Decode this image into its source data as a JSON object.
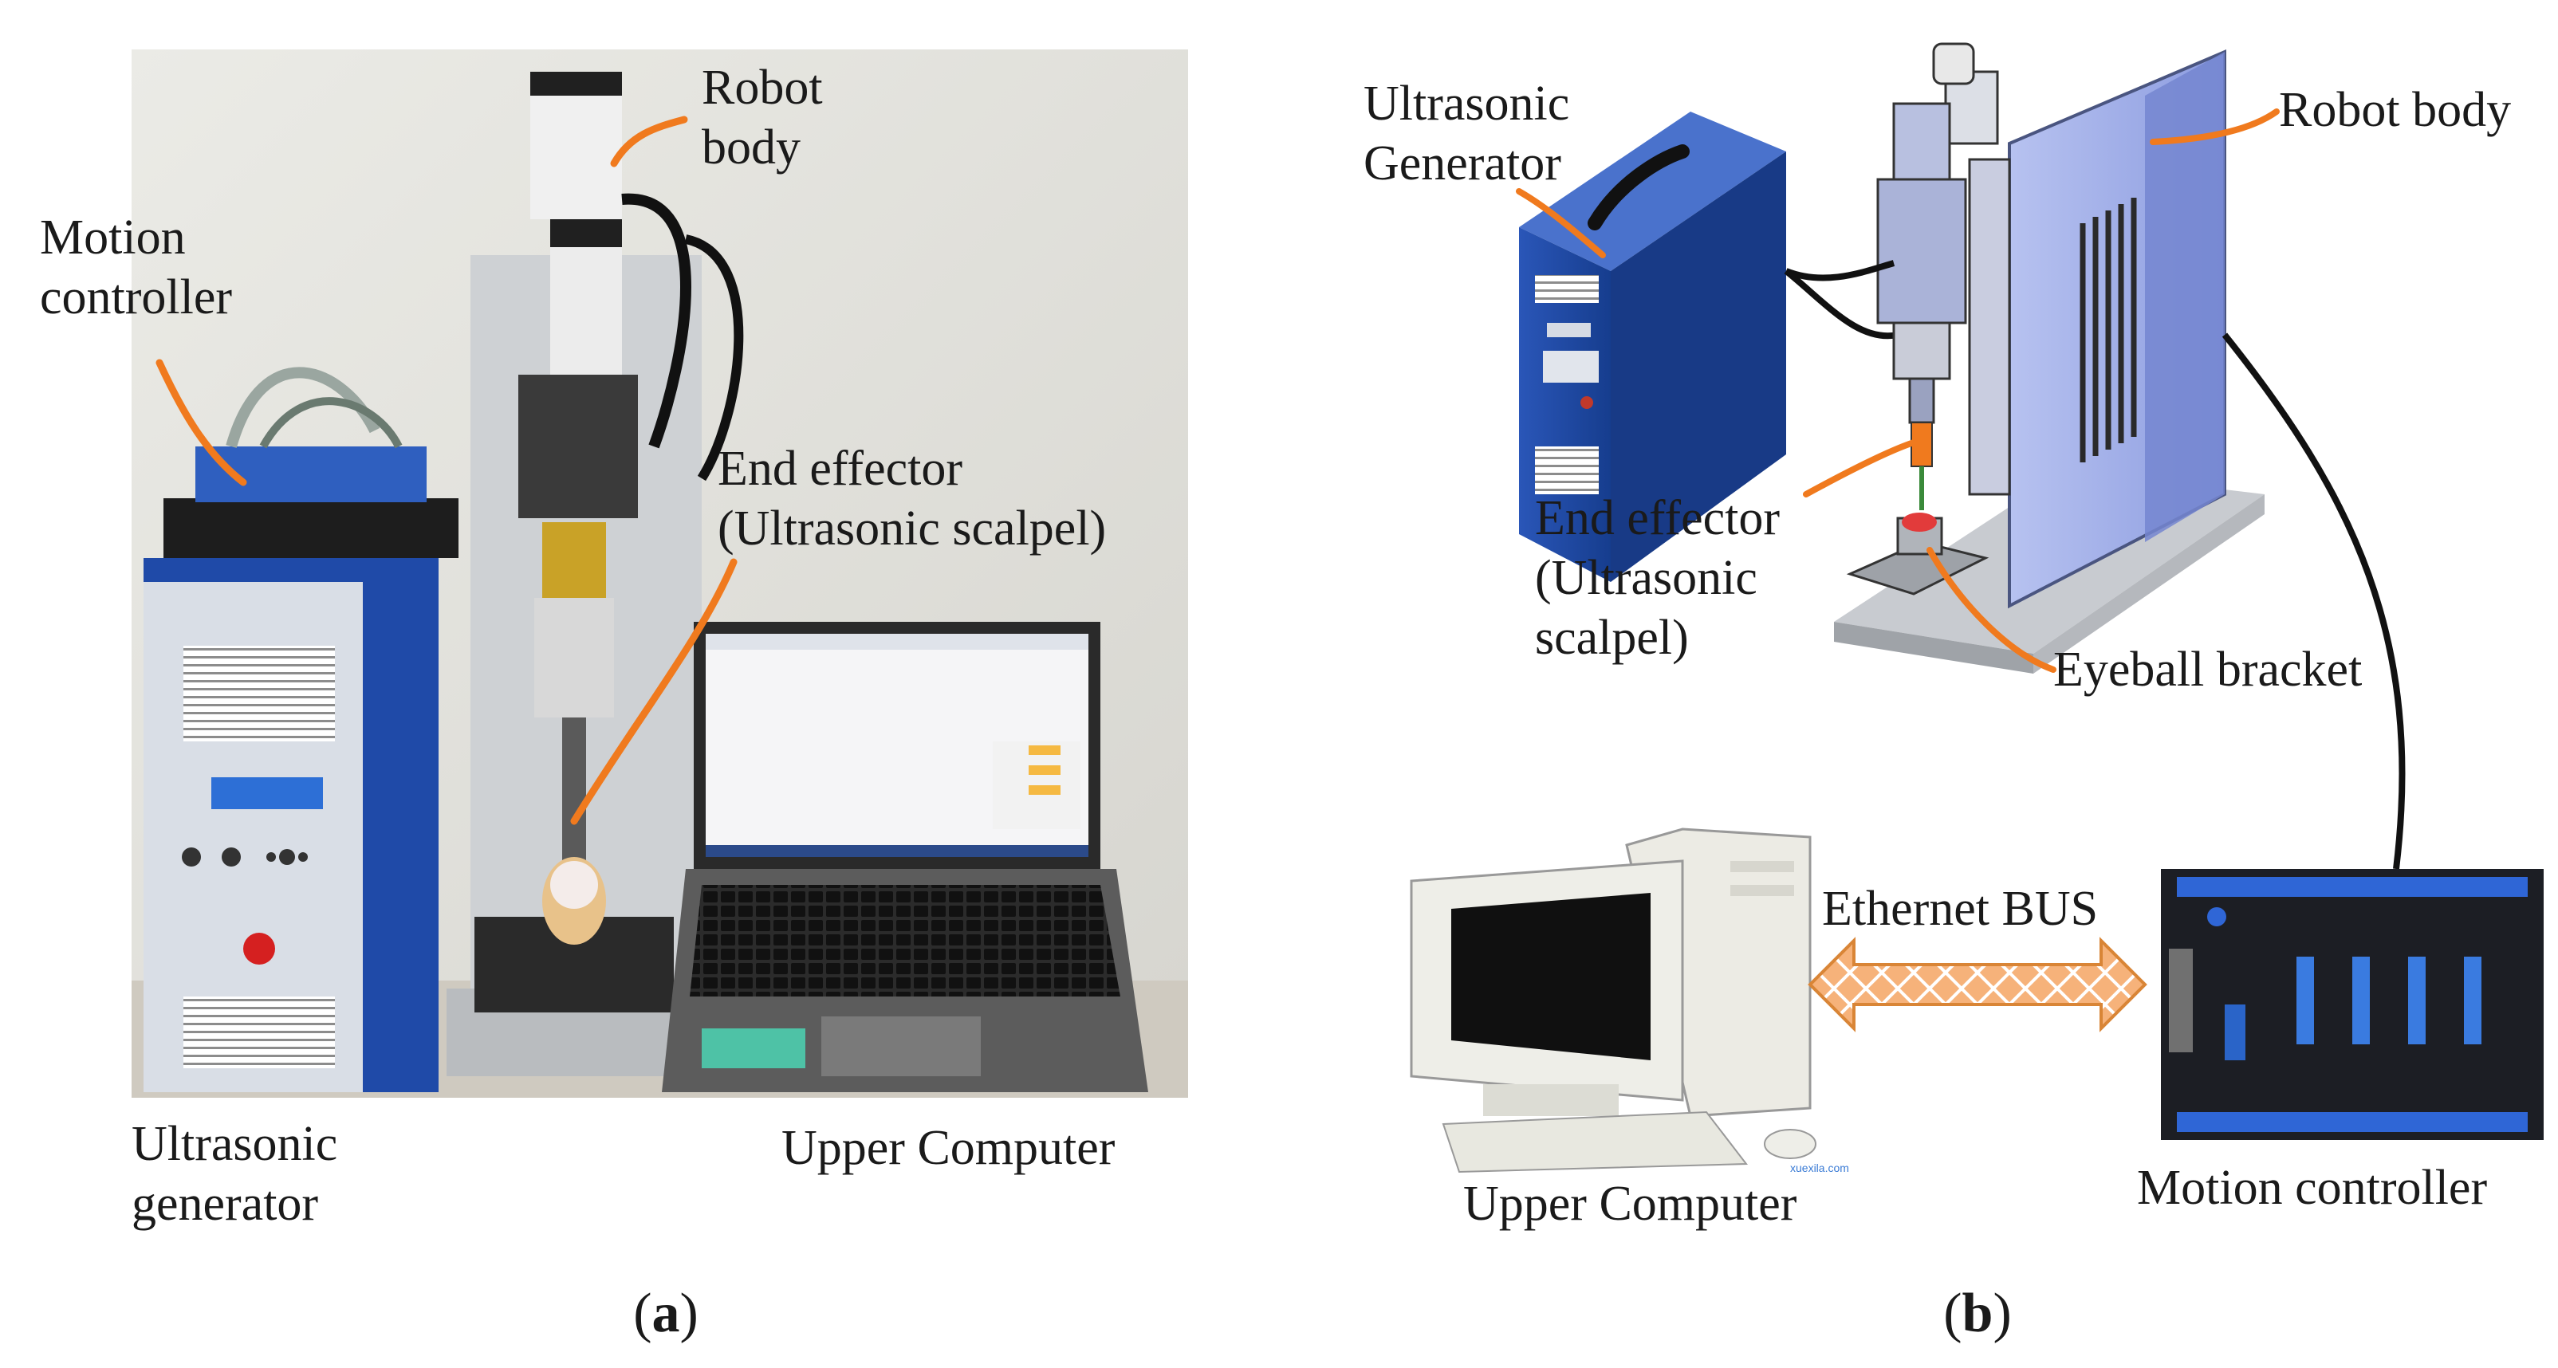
{
  "panel_a": {
    "caption_open": "(",
    "caption_letter": "a",
    "caption_close": ")",
    "labels": {
      "robot_body_line1": "Robot",
      "robot_body_line2": "body",
      "motion_controller_line1": "Motion",
      "motion_controller_line2": "controller",
      "end_effector_line1": "End effector",
      "end_effector_line2": "(Ultrasonic scalpel)",
      "ultrasonic_generator_line1": "Ultrasonic",
      "ultrasonic_generator_line2": "generator",
      "upper_computer": "Upper Computer"
    }
  },
  "panel_b": {
    "caption_open": "(",
    "caption_letter": "b",
    "caption_close": ")",
    "labels": {
      "ultrasonic_generator_line1": "Ultrasonic",
      "ultrasonic_generator_line2": "Generator",
      "robot_body": "Robot body",
      "end_effector_line1": "End effector",
      "end_effector_line2": "(Ultrasonic",
      "end_effector_line3": "scalpel)",
      "eyeball_bracket": "Eyeball bracket",
      "ethernet_bus": "Ethernet BUS",
      "upper_computer": "Upper Computer",
      "motion_controller": "Motion controller"
    }
  },
  "colors": {
    "leader": "#f07a1e",
    "generator_blue": "#1f4aa8",
    "robot_blue": "#8ea0e0",
    "bus_arrow": "#f4a462"
  }
}
